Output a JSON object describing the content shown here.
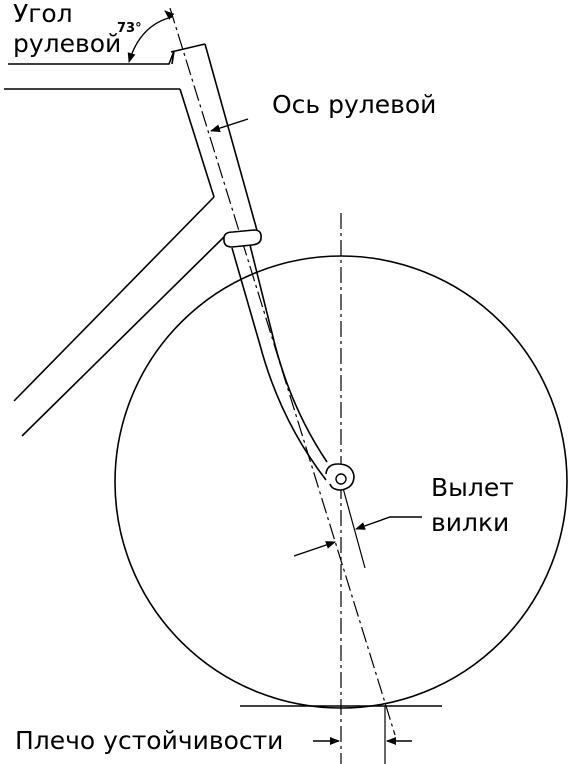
{
  "labels": {
    "steering_angle_line1": "Угол",
    "steering_angle_line2": "рулевой",
    "angle_value": "73°",
    "steering_axis": "Ось рулевой",
    "fork_offset_line1": "Вылет",
    "fork_offset_line2": "вилки",
    "trail": "Плечо устойчивости"
  }
}
